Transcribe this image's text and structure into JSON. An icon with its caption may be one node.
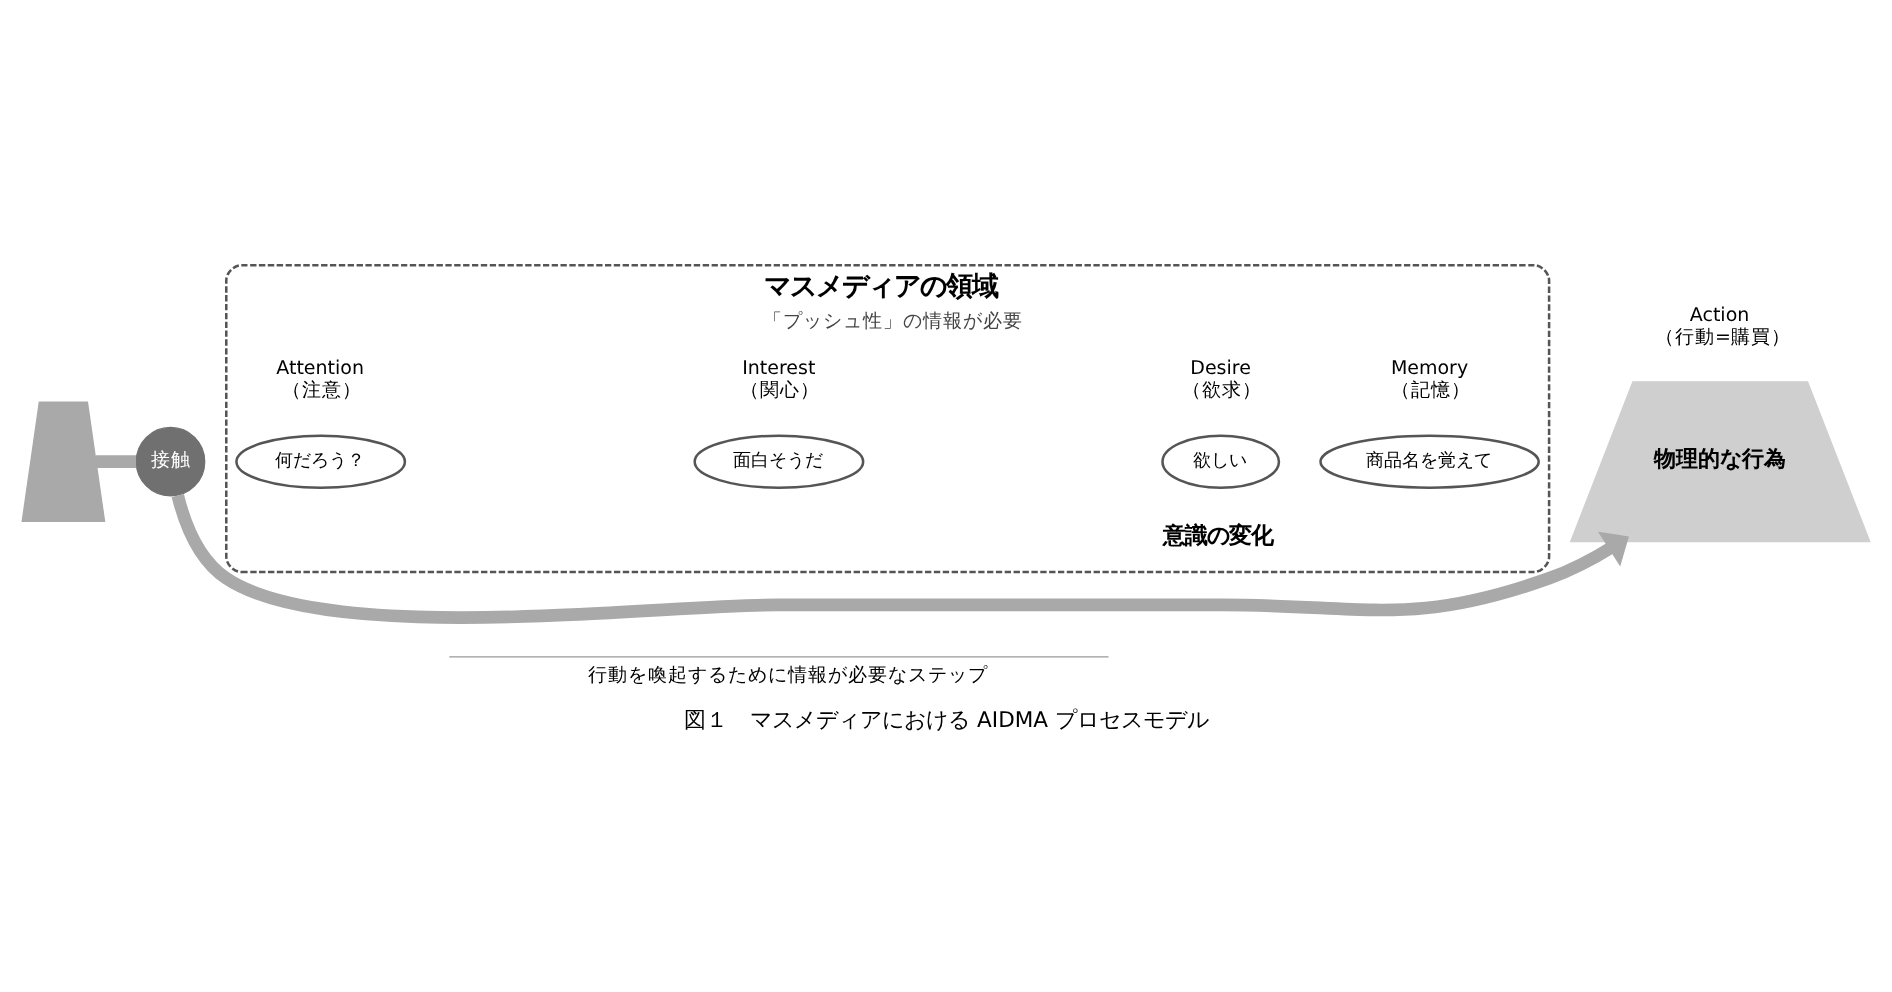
{
  "diagram": {
    "caption": "図１　マスメディアにおける AIDMA プロセスモデル",
    "nodes": [
      {
        "text": [],
        "shape": "person"
      },
      {
        "text": [
          "マスメディアの領域",
          "「プッシュ性」の情報が必要"
        ]
      },
      {
        "text": [
          "何だろう？"
        ],
        "in": 1,
        "beside": [
          "Attention （注意）"
        ]
      },
      {
        "text": [
          "面白そうだ"
        ],
        "in": 1,
        "beside": [
          "Interest （関心）"
        ]
      },
      {
        "text": [
          "欲しい"
        ],
        "in": 1,
        "beside": [
          "Desire （欲求）"
        ]
      },
      {
        "text": [
          "商品名を覚えて"
        ],
        "in": 1,
        "beside": [
          "Memory （記憶）"
        ]
      },
      {
        "text": [
          "接触"
        ]
      },
      {
        "text": [
          "物理的な行為"
        ],
        "beside": [
          "Action （行動=購買）"
        ]
      }
    ],
    "edges": [
      {
        "from": 0,
        "to": 6,
        "arrow": "none"
      },
      {
        "from": 6,
        "to": 7,
        "arrow": "to"
      }
    ],
    "labels": [
      "意識の変化",
      "行動を喚起するために情報が必要なステップ"
    ]
  }
}
